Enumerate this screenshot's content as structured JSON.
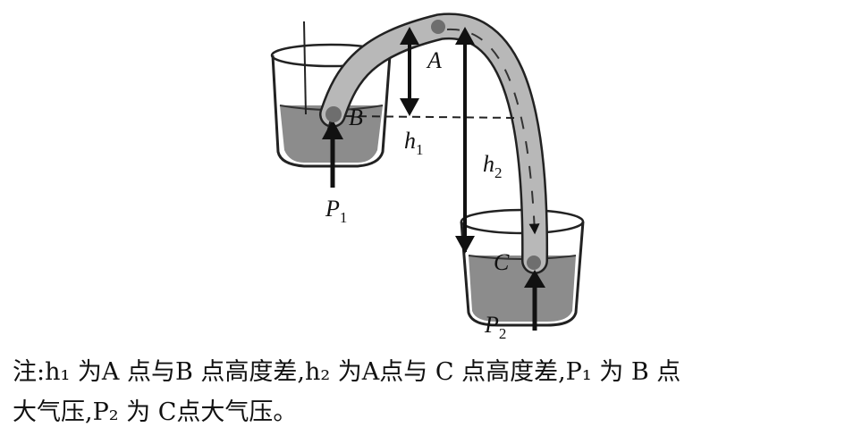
{
  "labels": {
    "A": "A",
    "B": "B",
    "C": "C",
    "h1_main": "h",
    "h1_sub": "1",
    "h2_main": "h",
    "h2_sub": "2",
    "P1_main": "P",
    "P1_sub": "1",
    "P2_main": "P",
    "P2_sub": "2"
  },
  "caption": {
    "line1": "注:h₁ 为A 点与B 点高度差,h₂ 为A点与 C 点高度差,P₁ 为 B 点",
    "line2": "大气压,P₂ 为 C点大气压。"
  },
  "colors": {
    "water": "#8c8c8c",
    "tube": "#b8b8b8",
    "outline": "#222222",
    "dot": "#6e6e6e"
  }
}
